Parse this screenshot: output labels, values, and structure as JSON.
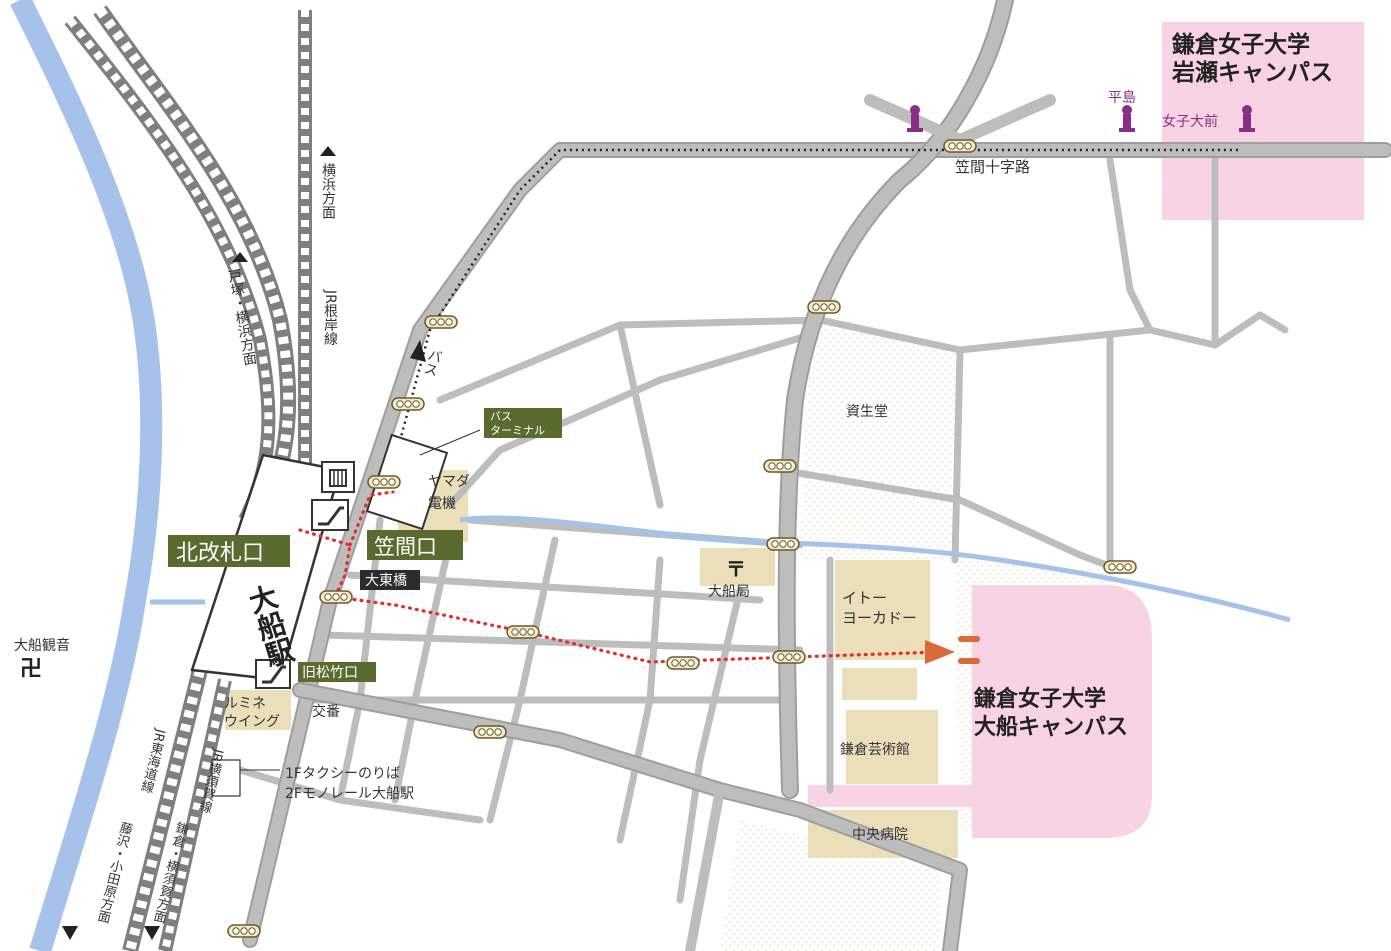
{
  "colors": {
    "river": "#a7c2ea",
    "road": "#bdbdbd",
    "road_edge": "#9e9e9e",
    "rail_dark": "#8e8e8e",
    "campus_pink": "#f8d3e3",
    "building_tan": "#eadfb8",
    "label_green": "#5a6b2f",
    "route_red": "#e02f2f",
    "arrow_orange": "#d96a3a",
    "bus_stop_purple": "#8a2f87",
    "signal_yellow": "#f4e9c8"
  },
  "campus": {
    "iwase_line1": "鎌倉女子大学",
    "iwase_line2": "岩瀬キャンパス",
    "ofuna_line1": "鎌倉女子大学",
    "ofuna_line2": "大船キャンパス"
  },
  "bus_stops": {
    "hirashima": "平島",
    "joshidaimae": "女子大前"
  },
  "intersection": {
    "kasama_jujiro": "笠間十字路"
  },
  "directions": {
    "yokohama": "横浜方面",
    "totsuka_yokohama": "戸塚・横浜方面",
    "jr_negishi": "JR根岸線",
    "bus": "バス",
    "jr_tokaido": "JR東海道線",
    "jr_yokosuka": "JR横須賀線",
    "fujisawa_odawara": "藤沢・小田原方面",
    "kamakura_yokosuka": "鎌倉・横須賀方面"
  },
  "station": {
    "name": "大船駅",
    "north_gate": "北改札口",
    "kasama_exit": "笠間口",
    "kyu_matsutake_exit": "旧松竹口",
    "ohigashi_bridge": "大東橋",
    "bus_terminal_line1": "バス",
    "bus_terminal_line2": "ターミナル",
    "taxi_note": "1Fタクシーのりば",
    "monorail_note": "2Fモノレール大船駅"
  },
  "landmarks": {
    "ofuna_kannon": "大船観音",
    "shiseido": "資生堂",
    "yamada_line1": "ヤマダ",
    "yamada_line2": "電機",
    "post_office": "大船局",
    "ito_yokado_line1": "イトー",
    "ito_yokado_line2": "ヨーカドー",
    "lumine_line1": "ルミネ",
    "lumine_line2": "ウイング",
    "koban": "交番",
    "kamakura_geijutsukan": "鎌倉芸術館",
    "chuo_byoin": "中央病院"
  },
  "icons": {
    "post_mark": "〒",
    "temple_mark": "卍",
    "escalator": "escalator-icon",
    "elevator": "elevator-icon"
  }
}
